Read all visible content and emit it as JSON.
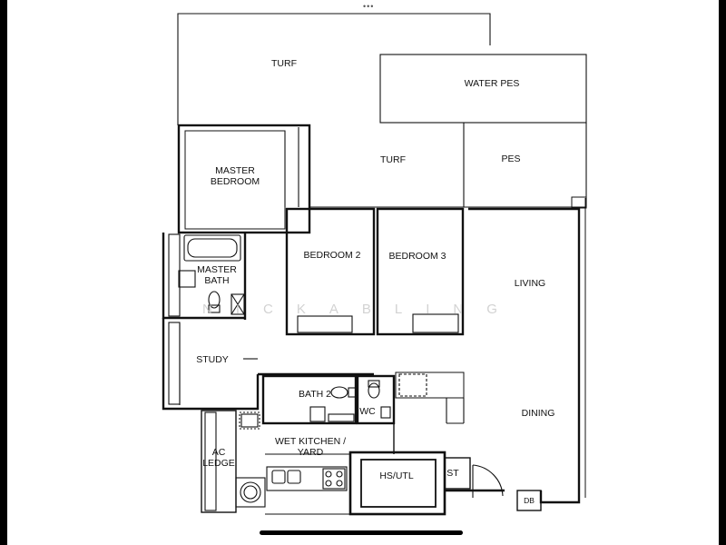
{
  "top_indicator": "•••",
  "rooms": {
    "turf_top": "TURF",
    "water_pes": "WATER PES",
    "turf_mid": "TURF",
    "pes": "PES",
    "master_bedroom": "MASTER\nBEDROOM",
    "bedroom2": "BEDROOM 2",
    "bedroom3": "BEDROOM 3",
    "living": "LIVING",
    "master_bath": "MASTER\nBATH",
    "study": "STUDY",
    "bath2": "BATH 2",
    "wc": "WC",
    "dining": "DINING",
    "wet_kitchen": "WET KITCHEN /\nYARD",
    "ac_ledge": "AC\nLEDGE",
    "hs_utl": "HS/UTL",
    "st": "ST",
    "db": "DB"
  },
  "watermark": "NICKABLING"
}
